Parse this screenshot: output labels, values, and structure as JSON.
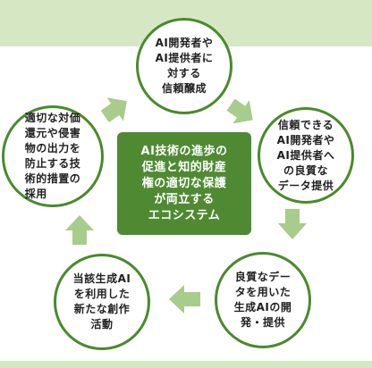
{
  "diagram": {
    "center": "AI技術の進歩の\n促進と知的財産\n権の適切な保護\nが両立する\nエコシステム",
    "nodes": [
      {
        "id": "top",
        "text": "AI開発者や\nAI提供者に\n対する\n信頼醸成"
      },
      {
        "id": "right",
        "text": "信頼できる\nAI開発者や\nAI提供者へ\nの良質な\nデータ提供"
      },
      {
        "id": "bottom-right",
        "text": "良質なデー\nタを用いた\n生成AIの開\n発・提供"
      },
      {
        "id": "bottom-left",
        "text": "当該生成AI\nを利用した\n新たな創作\n活動"
      },
      {
        "id": "left",
        "text": "適切な対価\n還元や侵害\n物の出力を\n防止する技\n術的措置の\n採用"
      }
    ],
    "colors": {
      "node_border": "#4a8a2c",
      "center_fill": "#4f8a33",
      "arrow_fill": "#a8cc8c",
      "band_fill": "#d5e8c3"
    }
  }
}
